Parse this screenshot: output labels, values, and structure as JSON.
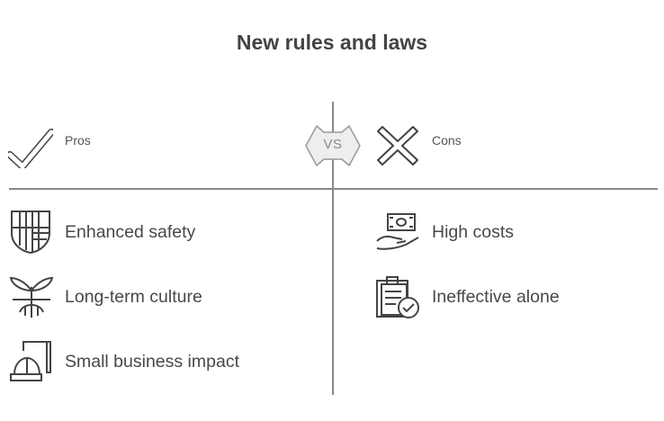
{
  "title": "New rules and laws",
  "vs_label": "VS",
  "pros": {
    "header": "Pros",
    "header_icon": "checkmark-icon",
    "items": [
      {
        "label": "Enhanced safety",
        "icon": "shield-icon"
      },
      {
        "label": "Long-term culture",
        "icon": "seedling-icon"
      },
      {
        "label": "Small business impact",
        "icon": "hardhat-blueprint-icon"
      }
    ]
  },
  "cons": {
    "header": "Cons",
    "header_icon": "x-icon",
    "items": [
      {
        "label": "High costs",
        "icon": "money-hand-icon"
      },
      {
        "label": "Ineffective alone",
        "icon": "clipboard-check-icon"
      }
    ]
  },
  "colors": {
    "text": "#444444",
    "lines": "#888888",
    "icon_stroke": "#444444",
    "vs_fill": "#eeeeee"
  }
}
